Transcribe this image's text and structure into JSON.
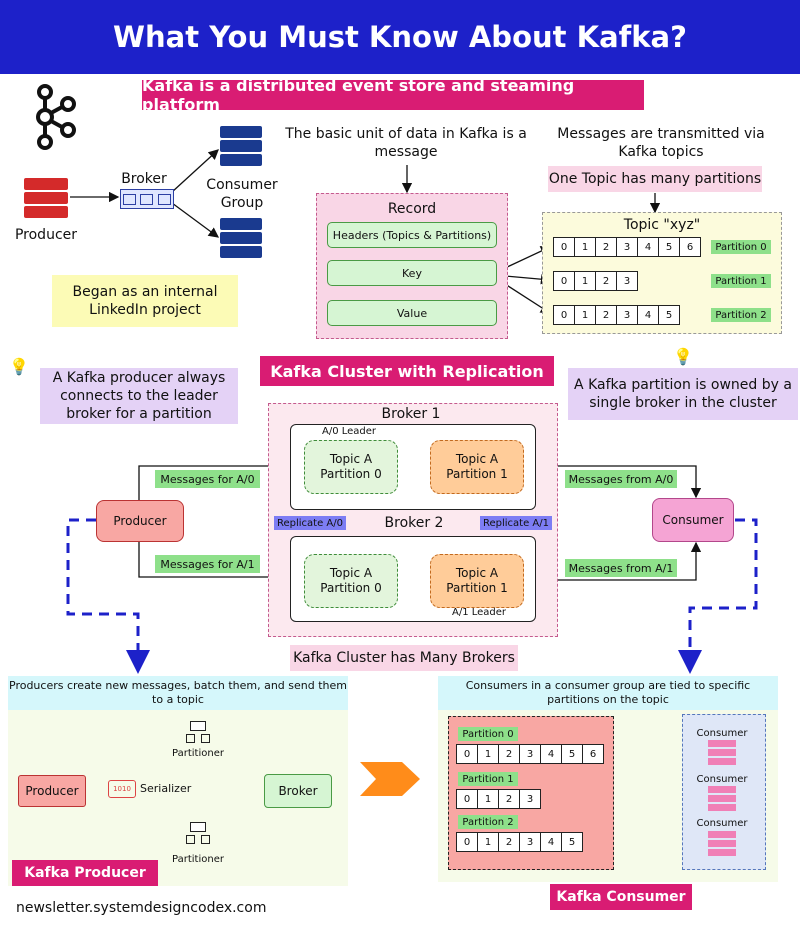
{
  "title": "What You Must Know About Kafka?",
  "subtitle": "Kafka is a distributed event store and steaming platform",
  "top": {
    "broker_label": "Broker",
    "producer_label": "Producer",
    "consumer_group_label": "Consumer Group",
    "linkedin_note": "Began as an internal LinkedIn project",
    "message_unit_note": "The basic unit of data in Kafka is a message",
    "topics_note": "Messages are transmitted via Kafka topics",
    "partitions_note": "One Topic has many partitions",
    "record": {
      "title": "Record",
      "fields": [
        "Headers (Topics & Partitions)",
        "Key",
        "Value"
      ]
    },
    "topic": {
      "title": "Topic \"xyz\"",
      "partitions": [
        {
          "label": "Partition 0",
          "cells": [
            "0",
            "1",
            "2",
            "3",
            "4",
            "5",
            "6"
          ]
        },
        {
          "label": "Partition 1",
          "cells": [
            "0",
            "1",
            "2",
            "3"
          ]
        },
        {
          "label": "Partition 2",
          "cells": [
            "0",
            "1",
            "2",
            "3",
            "4",
            "5"
          ]
        }
      ]
    }
  },
  "cluster": {
    "banner": "Kafka Cluster with Replication",
    "left_note": "A Kafka producer always connects to the leader broker for a partition",
    "right_note": "A Kafka partition is owned by a single broker in the cluster",
    "broker1": "Broker 1",
    "broker2": "Broker 2",
    "a0_leader": "A/0 Leader",
    "a1_leader": "A/1 Leader",
    "b1_p0": "Topic A Partition 0",
    "b1_p1": "Topic A Partition 1",
    "b2_p0": "Topic A Partition 0",
    "b2_p1": "Topic A Partition 1",
    "replicate_a0": "Replicate A/0",
    "replicate_a1": "Replicate A/1",
    "producer": "Producer",
    "consumer": "Consumer",
    "msg_for_a0": "Messages for A/0",
    "msg_for_a1": "Messages for A/1",
    "msg_from_a0": "Messages from A/0",
    "msg_from_a1": "Messages from A/1",
    "many_brokers": "Kafka Cluster has Many Brokers"
  },
  "producer_section": {
    "header": "Producers create new messages, batch them, and send them to a topic",
    "producer": "Producer",
    "serializer": "Serializer",
    "serializer_icon_text": "1010",
    "partitioner": "Partitioner",
    "broker": "Broker",
    "footer": "Kafka Producer"
  },
  "consumer_section": {
    "header": "Consumers in a consumer group are tied to specific partitions on the topic",
    "partitions": [
      {
        "label": "Partition 0",
        "cells": [
          "0",
          "1",
          "2",
          "3",
          "4",
          "5",
          "6"
        ]
      },
      {
        "label": "Partition 1",
        "cells": [
          "0",
          "1",
          "2",
          "3"
        ]
      },
      {
        "label": "Partition 2",
        "cells": [
          "0",
          "1",
          "2",
          "3",
          "4",
          "5"
        ]
      }
    ],
    "consumer_label": "Consumer",
    "footer": "Kafka Consumer"
  },
  "footer_url": "newsletter.systemdesigncodex.com",
  "colors": {
    "title_bg": "#1d21c9",
    "banner_pink": "#d91c73",
    "dashed_blue": "#1d21c9",
    "broker_icon": "#1a3a8f",
    "producer_icon": "#d42a2a"
  }
}
